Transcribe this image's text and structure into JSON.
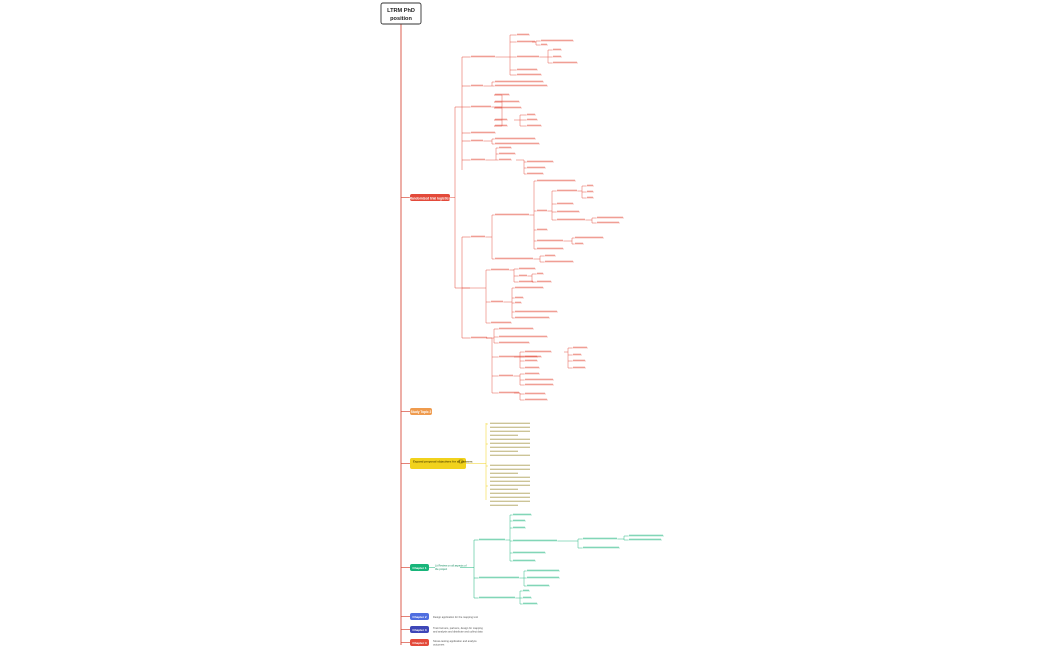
{
  "root": {
    "line1": "LTRM PhD",
    "line2": "position"
  },
  "colors": {
    "spine": "#d84d3c",
    "red": "#e34a3a",
    "orange": "#ef9b4e",
    "yellow": "#f1d21c",
    "green": "#18b57a",
    "blue": "#4f6ee0",
    "indigo": "#3e47b8",
    "redText": "#c0392b",
    "greenText": "#0e8a5c",
    "oliveText": "#8a7a12",
    "greyText": "#555555"
  },
  "topics": {
    "t1": "Randomized trial logistics",
    "t2": "Study Topic 2",
    "t3": "Expand proposal objectives for all partners",
    "t4": "Chapter 1",
    "t5": "Chapter 2",
    "t6": "Chapter 3",
    "t7": "Chapter 4"
  },
  "labels": {
    "t4_note1": "Lit Review on all aspects of",
    "t4_note2": "the project",
    "t5_note": "Design application for the mapping tool",
    "t6_note1": "Train farmers, partners, design for mapping",
    "t6_note2": "and analysis and distribute and collect data",
    "t7_note1": "Stress-testing application and analyze",
    "t7_note2": "outcomes"
  }
}
